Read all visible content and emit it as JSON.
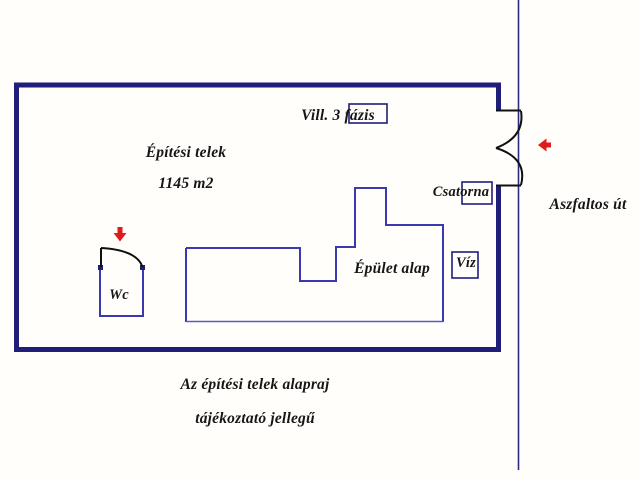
{
  "document": {
    "title": "Az építési telek alaprajz",
    "kind": "site-plan"
  },
  "colors": {
    "line_navy": "#1f1f7a",
    "line_black": "#101010",
    "arrow_red": "#e01b1b",
    "background": "#fffefb",
    "text": "#161616"
  },
  "plot": {
    "name_label": "Építési telek",
    "area_label": "1145 m2"
  },
  "utilities": {
    "electricity_label": "Vill. 3 fázis",
    "sewer_label": "Csatorna",
    "water_label": "Víz"
  },
  "road": {
    "label": "Aszfaltos út"
  },
  "structures": {
    "wc_label": "Wc",
    "building_label": "Épület alap"
  },
  "caption": {
    "line1": "Az építési telek alapraj",
    "line2": "tájékoztató jellegű"
  },
  "markers": {
    "gate_arrow_name": "red-left-arrow",
    "wc_arrow_name": "red-down-arrow"
  }
}
